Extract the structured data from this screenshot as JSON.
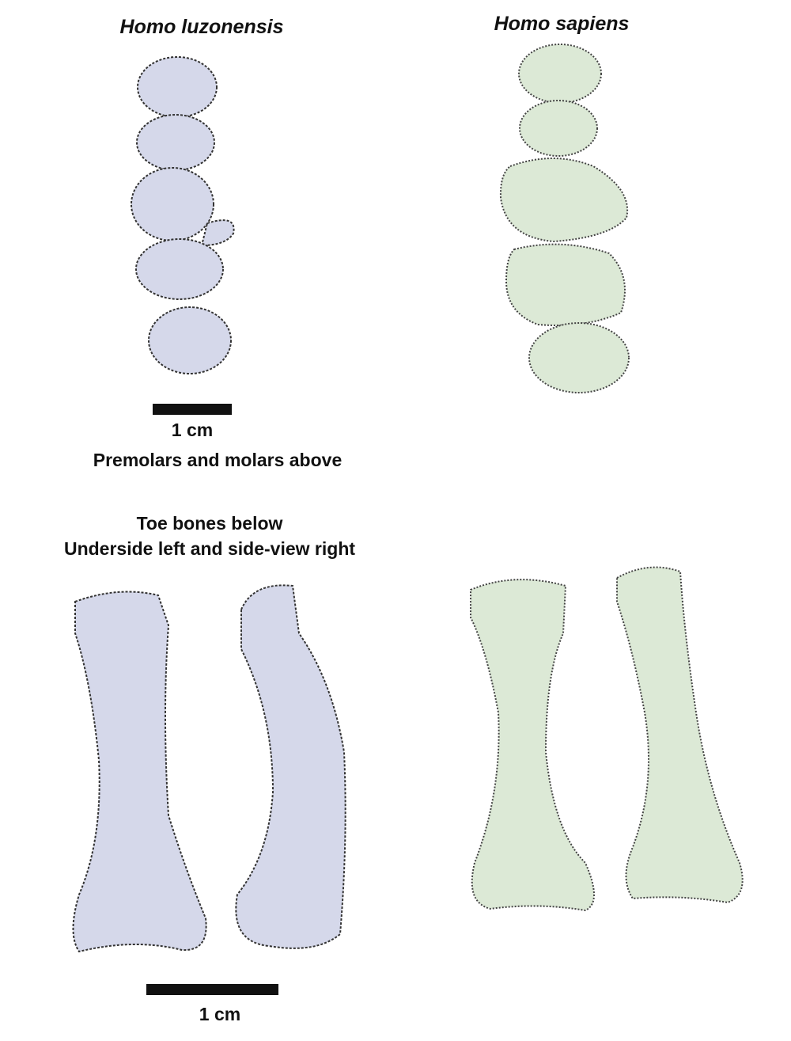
{
  "titles": {
    "left": "Homo luzonensis",
    "right": "Homo sapiens"
  },
  "teeth_scale_label": "1 cm",
  "teeth_caption": "Premolars and molars above",
  "toe_caption": {
    "line1": "Toe bones below",
    "line2": "Underside left and side-view right"
  },
  "toe_scale_label": "1 cm",
  "colors": {
    "luzonensis": "#d5d8ea",
    "sapiens": "#dce9d6"
  }
}
